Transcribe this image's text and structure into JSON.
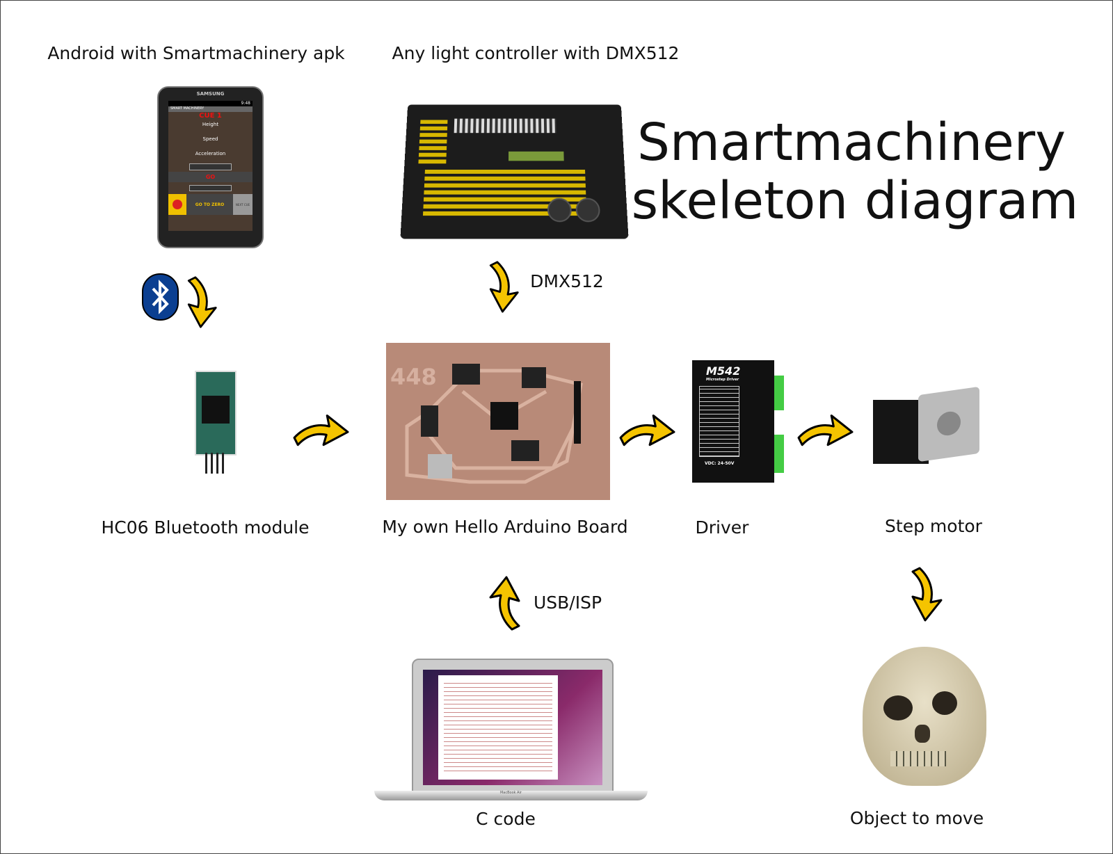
{
  "title": {
    "line1": "Smartmachinery",
    "line2": "skeleton diagram"
  },
  "labels": {
    "android": "Android with Smartmachinery apk",
    "controller": "Any light controller with DMX512",
    "dmx_link": "DMX512",
    "hc06": "HC06 Bluetooth module",
    "board": "My own Hello Arduino Board",
    "driver": "Driver",
    "motor": "Step motor",
    "usb_link": "USB/ISP",
    "c_code": "C code",
    "object": "Object to move"
  },
  "tablet": {
    "brand": "SAMSUNG",
    "time": "9:48",
    "app_bar": "SMART MACHINERY",
    "cue": "CUE 1",
    "fields": [
      "Height",
      "Speed",
      "Acceleration"
    ],
    "go": "GO",
    "go_to_zero": "GO TO ZERO",
    "next_cue": "NEXT CUE"
  },
  "driver_device": {
    "model": "M542",
    "subtitle": "Microstep Driver",
    "voltage": "VDC: 24-50V"
  },
  "board_device": {
    "marking": "448"
  },
  "laptop": {
    "brand": "MacBook Air"
  },
  "colors": {
    "arrow": "#f5c400",
    "bluetooth": "#0b3f91",
    "board": "#b88a78"
  },
  "icons": {
    "bluetooth": "bluetooth-icon",
    "arrow": "curved-arrow-icon"
  }
}
